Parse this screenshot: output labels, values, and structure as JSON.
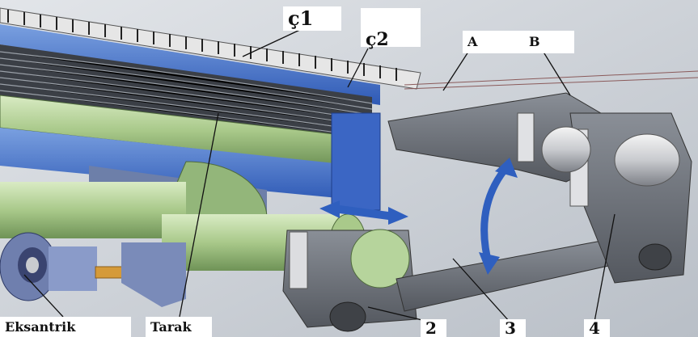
{
  "labels": {
    "c1": "ç1",
    "c2": "ç2",
    "A": "A",
    "B": "B",
    "eksantrik": "Eksantrik",
    "tarak": "Tarak",
    "n2": "2",
    "n3": "3",
    "n4": "4"
  }
}
